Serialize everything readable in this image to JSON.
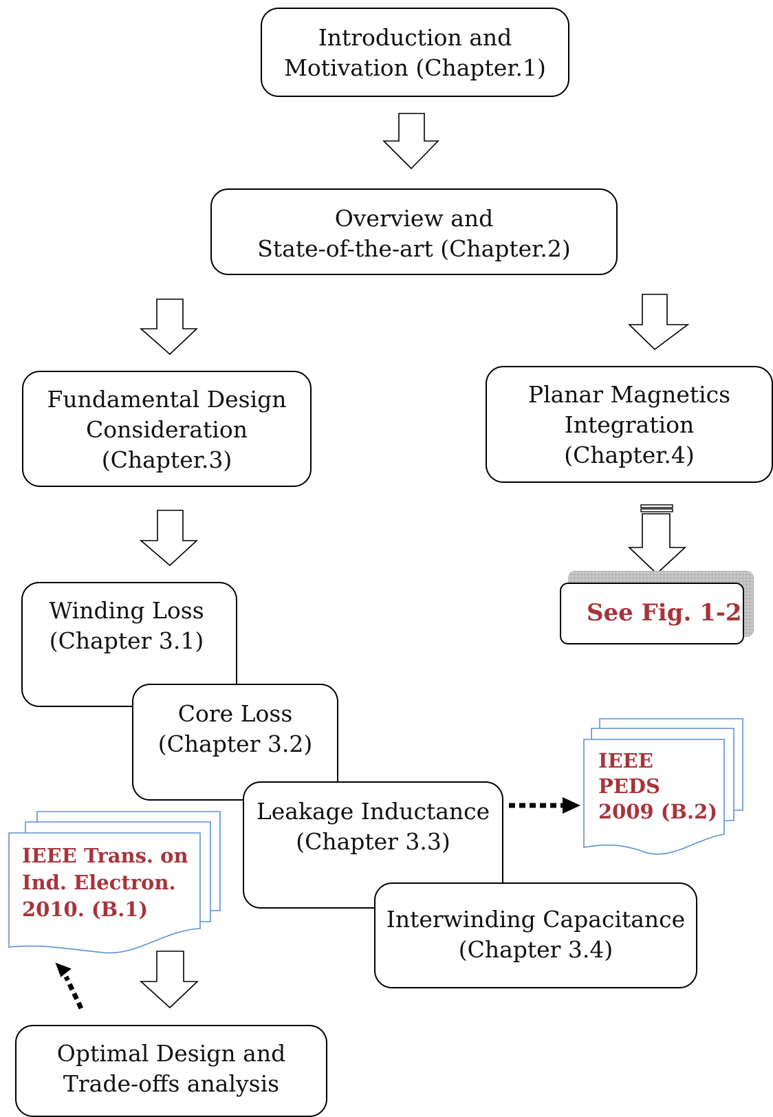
{
  "boxes": {
    "intro": [
      "Introduction and",
      "Motivation (Chapter.1)"
    ],
    "overview": [
      "Overview and",
      "State-of-the-art (Chapter.2)"
    ],
    "fundamental": [
      "Fundamental Design",
      "Consideration",
      "(Chapter.3)"
    ],
    "planar": [
      "Planar Magnetics",
      "Integration",
      "(Chapter.4)"
    ],
    "winding": [
      "Winding Loss",
      "(Chapter 3.1)"
    ],
    "core": [
      "Core Loss",
      "(Chapter 3.2)"
    ],
    "leakage": [
      "Leakage Inductance",
      "(Chapter 3.3)"
    ],
    "interwinding": [
      "Interwinding Capacitance",
      "(Chapter 3.4)"
    ],
    "optimal": [
      "Optimal Design and",
      "Trade-offs analysis"
    ]
  },
  "see_fig": "See Fig. 1-2",
  "refs": {
    "peds": [
      "IEEE PEDS",
      "2009 (B.2)"
    ],
    "trans": [
      "IEEE Trans. on",
      "Ind. Electron.",
      "2010. (B.1)"
    ]
  },
  "colors": {
    "accent": "#a8343b",
    "doc_border": "#5b8fd6"
  }
}
